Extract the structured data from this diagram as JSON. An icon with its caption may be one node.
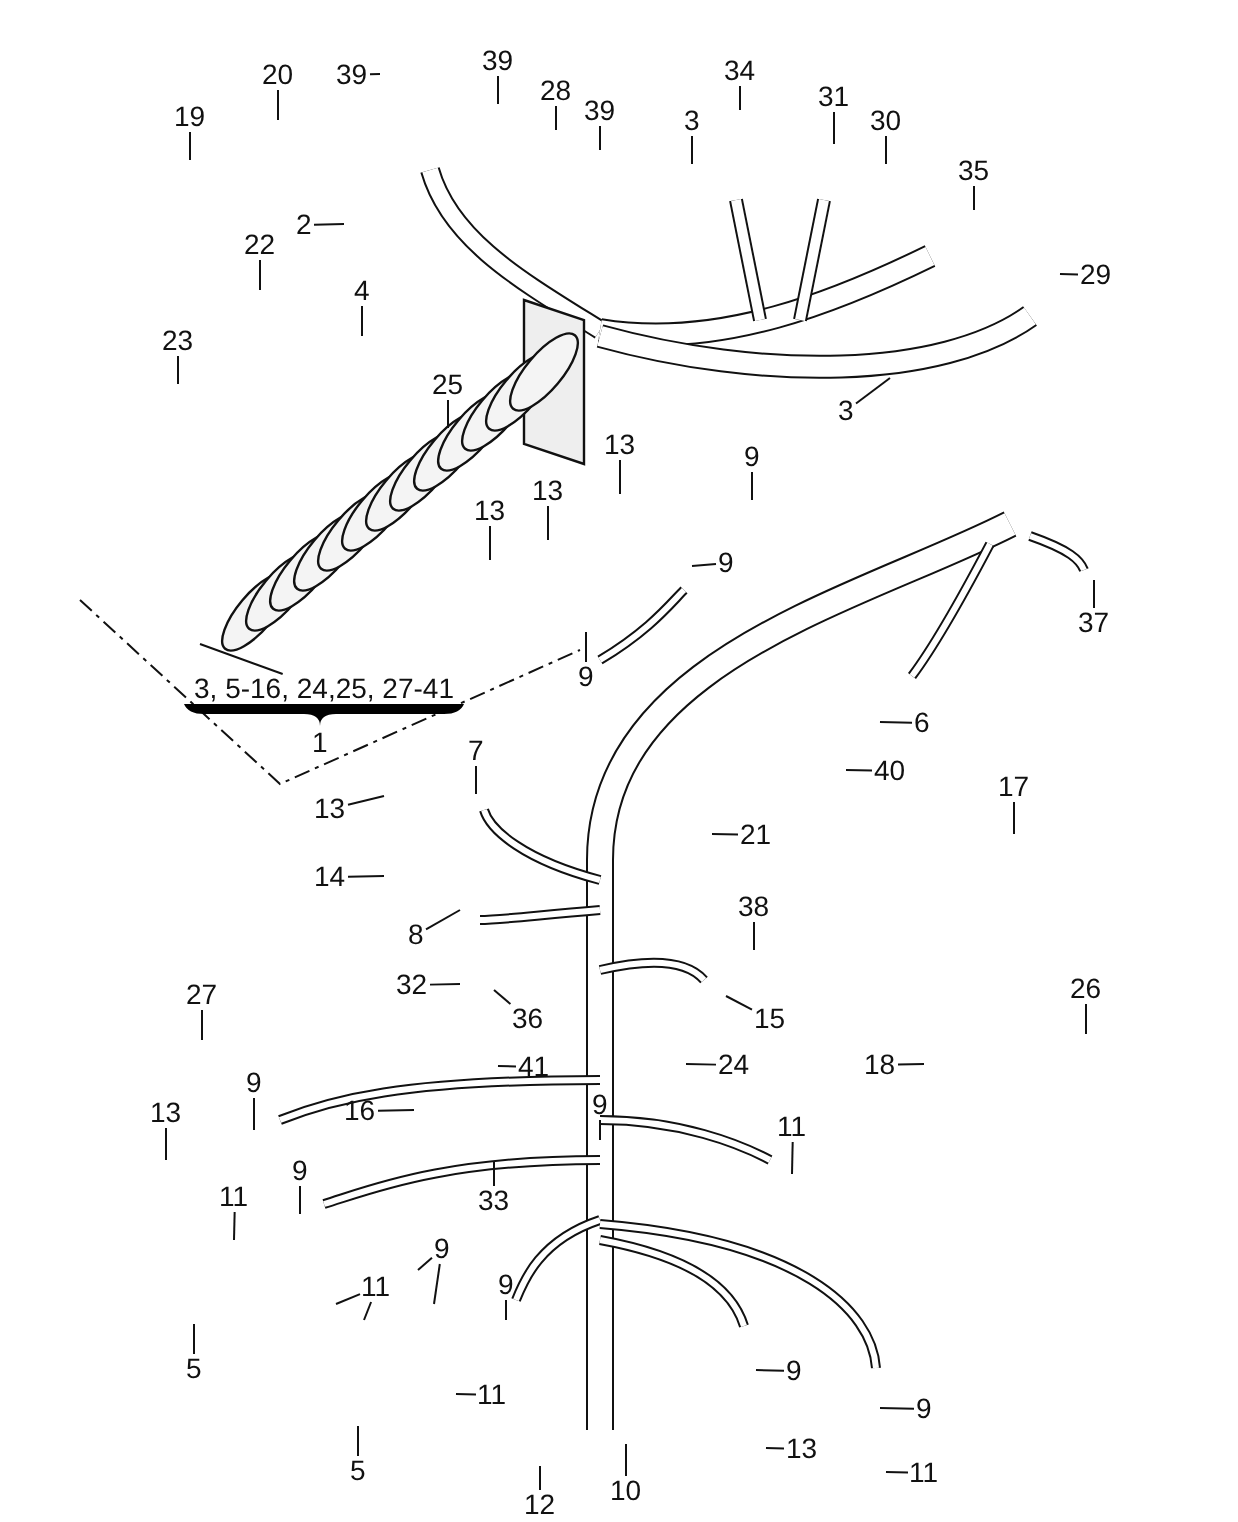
{
  "diagram": {
    "nodes": [
      {
        "text": [
          "39"
        ]
      },
      {
        "text": [
          "39"
        ]
      },
      {
        "text": [
          "28"
        ]
      },
      {
        "text": [
          "39"
        ]
      },
      {
        "text": [
          "20"
        ]
      },
      {
        "text": [
          "19"
        ]
      },
      {
        "text": [
          "34"
        ]
      },
      {
        "text": [
          "3"
        ]
      },
      {
        "text": [
          "31"
        ]
      },
      {
        "text": [
          "30"
        ]
      },
      {
        "text": [
          "35"
        ]
      },
      {
        "text": [
          "29"
        ]
      },
      {
        "text": [
          "2"
        ]
      },
      {
        "text": [
          "22"
        ]
      },
      {
        "text": [
          "4"
        ]
      },
      {
        "text": [
          "23"
        ]
      },
      {
        "text": [
          "3"
        ]
      },
      {
        "text": [
          "25"
        ]
      },
      {
        "text": [
          "13"
        ]
      },
      {
        "text": [
          "9"
        ]
      },
      {
        "text": [
          "13"
        ]
      },
      {
        "text": [
          "13"
        ]
      },
      {
        "text": [
          "9"
        ]
      },
      {
        "text": [
          "37"
        ]
      },
      {
        "text": [
          "9"
        ]
      },
      {
        "text": [
          "3, 5-16, 24,25, 27-41"
        ]
      },
      {
        "text": [
          "13"
        ]
      },
      {
        "text": [
          "7"
        ]
      },
      {
        "text": [
          "6"
        ]
      },
      {
        "text": [
          "40"
        ]
      },
      {
        "text": [
          "14"
        ]
      },
      {
        "text": [
          "8"
        ]
      },
      {
        "text": [
          "21"
        ]
      },
      {
        "text": [
          "17"
        ]
      },
      {
        "text": [
          "38"
        ]
      },
      {
        "text": [
          "32"
        ]
      },
      {
        "text": [
          "36"
        ]
      },
      {
        "text": [
          "15"
        ]
      },
      {
        "text": [
          "41"
        ]
      },
      {
        "text": [
          "27"
        ]
      },
      {
        "text": [
          "26"
        ]
      },
      {
        "text": [
          "18"
        ]
      },
      {
        "text": [
          "24"
        ]
      },
      {
        "text": [
          "16"
        ]
      },
      {
        "text": [
          "9"
        ]
      },
      {
        "text": [
          "11"
        ]
      },
      {
        "text": [
          "13"
        ]
      },
      {
        "text": [
          "9"
        ]
      },
      {
        "text": [
          "33"
        ]
      },
      {
        "text": [
          "9"
        ]
      },
      {
        "text": [
          "11"
        ]
      },
      {
        "text": [
          "9"
        ]
      },
      {
        "text": [
          "11"
        ]
      },
      {
        "text": [
          "9"
        ]
      },
      {
        "text": [
          "5"
        ]
      },
      {
        "text": [
          "11"
        ]
      },
      {
        "text": [
          "5"
        ]
      },
      {
        "text": [
          "12"
        ]
      },
      {
        "text": [
          "10"
        ]
      },
      {
        "text": [
          "9"
        ]
      },
      {
        "text": [
          "9"
        ]
      },
      {
        "text": [
          "13"
        ]
      },
      {
        "text": [
          "11"
        ]
      }
    ],
    "edges": [
      {
        "from": 0,
        "to": null,
        "arrow": "none"
      },
      {
        "from": 1,
        "to": null,
        "arrow": "none"
      },
      {
        "from": 2,
        "to": null,
        "arrow": "none"
      },
      {
        "from": 3,
        "to": null,
        "arrow": "none"
      },
      {
        "from": 4,
        "to": null,
        "arrow": "none"
      },
      {
        "from": 5,
        "to": null,
        "arrow": "none"
      },
      {
        "from": 6,
        "to": null,
        "arrow": "none"
      },
      {
        "from": 7,
        "to": null,
        "arrow": "none"
      },
      {
        "from": 8,
        "to": null,
        "arrow": "none"
      },
      {
        "from": 9,
        "to": null,
        "arrow": "none"
      },
      {
        "from": 10,
        "to": null,
        "arrow": "none"
      },
      {
        "from": 11,
        "to": null,
        "arrow": "none"
      },
      {
        "from": 12,
        "to": null,
        "arrow": "none"
      },
      {
        "from": 13,
        "to": null,
        "arrow": "none"
      },
      {
        "from": 14,
        "to": null,
        "arrow": "none"
      },
      {
        "from": 15,
        "to": null,
        "arrow": "none"
      },
      {
        "from": 16,
        "to": null,
        "arrow": "none"
      },
      {
        "from": 17,
        "to": null,
        "arrow": "none"
      },
      {
        "from": 18,
        "to": null,
        "arrow": "none"
      },
      {
        "from": 19,
        "to": null,
        "arrow": "none"
      },
      {
        "from": 20,
        "to": null,
        "arrow": "none"
      },
      {
        "from": 21,
        "to": null,
        "arrow": "none"
      },
      {
        "from": 22,
        "to": null,
        "arrow": "none"
      },
      {
        "from": 23,
        "to": null,
        "arrow": "none"
      },
      {
        "from": 24,
        "to": null,
        "arrow": "none"
      },
      {
        "from": 25,
        "to": null,
        "arrow": "none"
      },
      {
        "from": 26,
        "to": null,
        "arrow": "none"
      },
      {
        "from": 27,
        "to": null,
        "arrow": "none"
      },
      {
        "from": 28,
        "to": null,
        "arrow": "none"
      },
      {
        "from": 29,
        "to": null,
        "arrow": "none"
      },
      {
        "from": 30,
        "to": null,
        "arrow": "none"
      },
      {
        "from": 31,
        "to": null,
        "arrow": "none"
      },
      {
        "from": 32,
        "to": null,
        "arrow": "none"
      },
      {
        "from": 33,
        "to": null,
        "arrow": "none"
      },
      {
        "from": 34,
        "to": null,
        "arrow": "none"
      },
      {
        "from": 35,
        "to": null,
        "arrow": "none"
      },
      {
        "from": 36,
        "to": null,
        "arrow": "none"
      },
      {
        "from": 37,
        "to": null,
        "arrow": "none"
      },
      {
        "from": 38,
        "to": null,
        "arrow": "none"
      },
      {
        "from": 39,
        "to": null,
        "arrow": "none"
      },
      {
        "from": 40,
        "to": null,
        "arrow": "none"
      },
      {
        "from": 41,
        "to": null,
        "arrow": "none"
      },
      {
        "from": 42,
        "to": null,
        "arrow": "none"
      },
      {
        "from": 43,
        "to": null,
        "arrow": "none"
      },
      {
        "from": 44,
        "to": null,
        "arrow": "none"
      },
      {
        "from": 45,
        "to": null,
        "arrow": "none"
      },
      {
        "from": 46,
        "to": null,
        "arrow": "none"
      },
      {
        "from": 47,
        "to": null,
        "arrow": "none"
      },
      {
        "from": 48,
        "to": null,
        "arrow": "none"
      },
      {
        "from": 49,
        "to": null,
        "arrow": "none"
      },
      {
        "from": 50,
        "to": null,
        "arrow": "none"
      },
      {
        "from": 51,
        "to": null,
        "arrow": "none"
      },
      {
        "from": 51,
        "to": null,
        "arrow": "none"
      },
      {
        "from": 52,
        "to": null,
        "arrow": "none"
      },
      {
        "from": 52,
        "to": null,
        "arrow": "none"
      },
      {
        "from": 53,
        "to": null,
        "arrow": "none"
      },
      {
        "from": 54,
        "to": null,
        "arrow": "none"
      },
      {
        "from": 55,
        "to": null,
        "arrow": "none"
      },
      {
        "from": 56,
        "to": null,
        "arrow": "none"
      },
      {
        "from": 57,
        "to": null,
        "arrow": "none"
      },
      {
        "from": 58,
        "to": null,
        "arrow": "none"
      },
      {
        "from": 59,
        "to": null,
        "arrow": "none"
      },
      {
        "from": 60,
        "to": null,
        "arrow": "none"
      },
      {
        "from": 61,
        "to": null,
        "arrow": "none"
      },
      {
        "from": 62,
        "to": null,
        "arrow": "none"
      }
    ],
    "labels": [
      "1"
    ]
  }
}
